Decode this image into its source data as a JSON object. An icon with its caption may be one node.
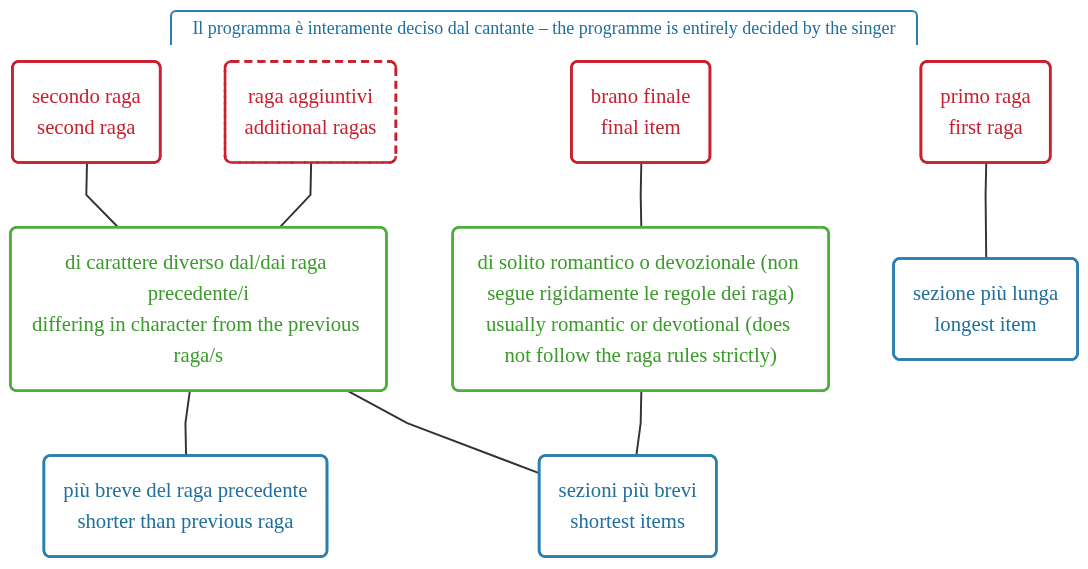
{
  "diagram": {
    "title": "Il programma è interamente deciso dal cantante – the programme is entirely decided by the singer",
    "nodes": [
      {
        "text": [
          "primo raga",
          "first raga"
        ]
      },
      {
        "text": [
          "secondo raga",
          "second raga"
        ]
      },
      {
        "text": [
          "raga aggiuntivi",
          "additional ragas"
        ]
      },
      {
        "text": [
          "brano finale",
          "final item"
        ]
      },
      {
        "text": [
          "di carattere diverso dal/dai raga precedente/i",
          "differing in character from the previous raga/s"
        ]
      },
      {
        "text": [
          "di solito romantico o devozionale (non segue rigidamente le regole dei raga)",
          "usually romantic or devotional (does not follow the raga rules strictly)"
        ]
      },
      {
        "text": [
          "sezione più lunga",
          "longest item"
        ]
      },
      {
        "text": [
          "più breve del raga precedente",
          "shorter than previous raga"
        ]
      },
      {
        "text": [
          "sezioni più brevi",
          "shortest items"
        ]
      }
    ],
    "edges": [
      {
        "from": 0,
        "to": 6,
        "arrow": "none"
      },
      {
        "from": 1,
        "to": 4,
        "arrow": "none"
      },
      {
        "from": 2,
        "to": 4,
        "arrow": "none"
      },
      {
        "from": 3,
        "to": 5,
        "arrow": "none"
      },
      {
        "from": 4,
        "to": 7,
        "arrow": "none"
      },
      {
        "from": 4,
        "to": 8,
        "arrow": "none"
      },
      {
        "from": 5,
        "to": 8,
        "arrow": "none"
      }
    ]
  }
}
